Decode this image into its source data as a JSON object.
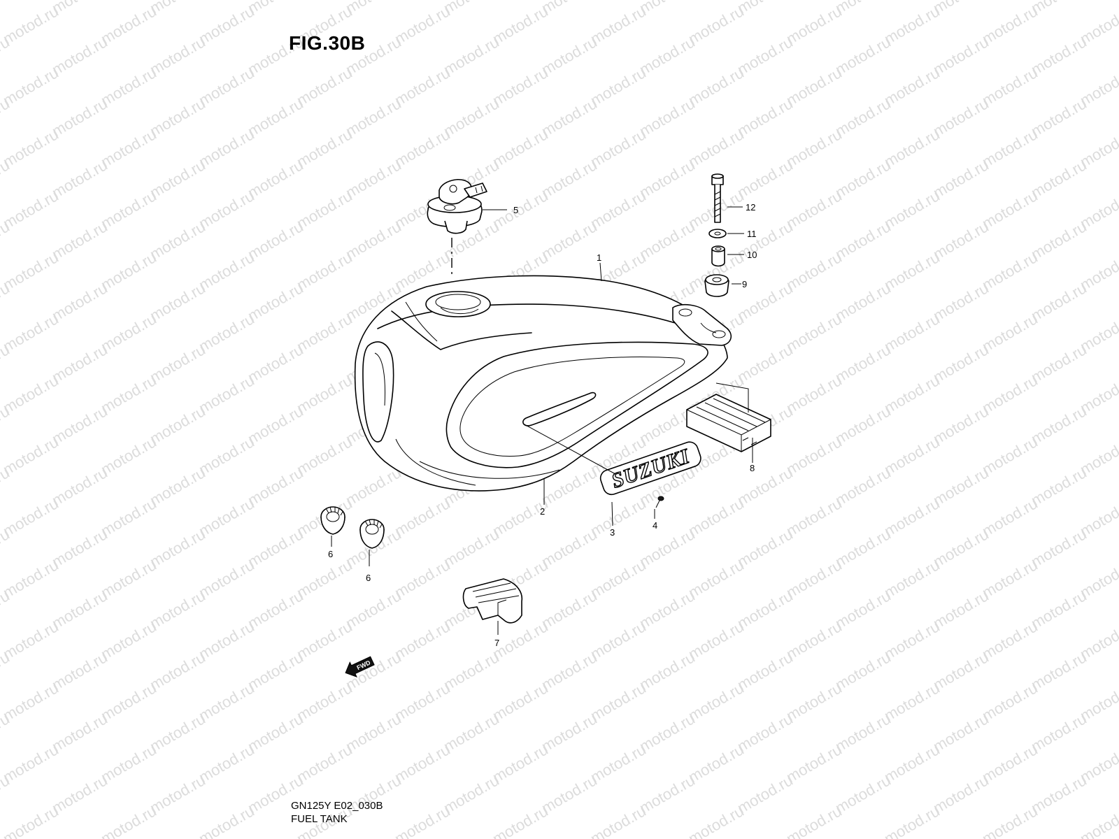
{
  "figure": {
    "title": "FIG.30B",
    "model_code": "GN125Y E02_030B",
    "caption": "FUEL TANK"
  },
  "watermark": {
    "text": "motod.ru"
  },
  "callouts": [
    "1",
    "2",
    "3",
    "4",
    "5",
    "6",
    "6",
    "7",
    "8",
    "9",
    "10",
    "11",
    "12"
  ],
  "emblem": {
    "text": "SUZUKI"
  },
  "direction_badge": {
    "text": "FWD"
  }
}
